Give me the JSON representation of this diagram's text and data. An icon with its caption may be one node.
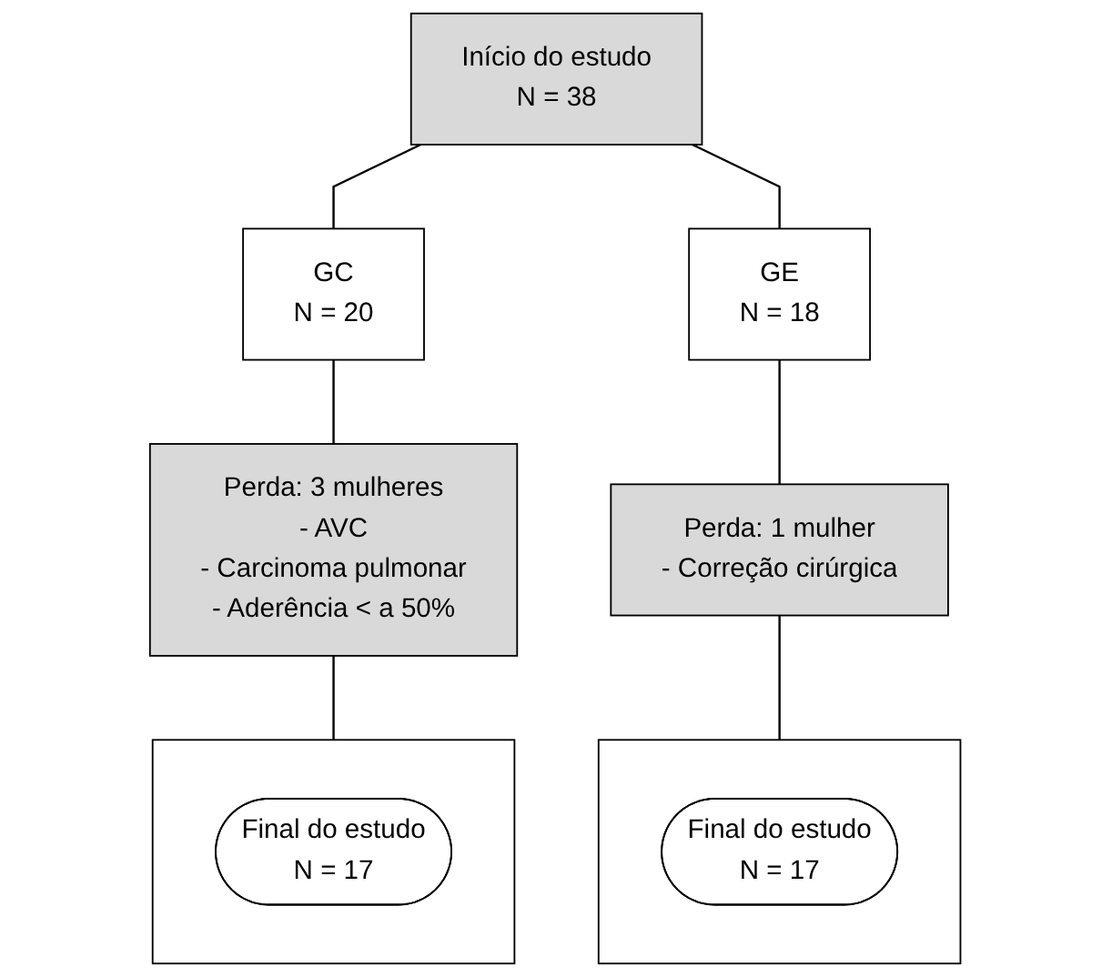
{
  "diagram": {
    "nodes": [
      {
        "text": [
          "Início do estudo",
          "N = 38"
        ]
      },
      {
        "text": [
          "GC",
          "N = 20"
        ]
      },
      {
        "text": [
          "GE",
          "N = 18"
        ]
      },
      {
        "text": [
          "Perda: 3 mulheres",
          "- AVC",
          "- Carcinoma pulmonar",
          "- Aderência < a 50%"
        ]
      },
      {
        "text": [
          "Perda: 1 mulher",
          "- Correção cirúrgica"
        ]
      },
      {
        "text": [],
        "shape": "box"
      },
      {
        "text": [
          "Final do estudo",
          "N = 17"
        ],
        "in": 5
      },
      {
        "text": [],
        "shape": "box"
      },
      {
        "text": [
          "Final do estudo",
          "N = 17"
        ],
        "in": 7
      }
    ],
    "edges": [
      {
        "from": 0,
        "to": 1,
        "arrow": "none"
      },
      {
        "from": 0,
        "to": 2,
        "arrow": "none"
      },
      {
        "from": 1,
        "to": 3,
        "arrow": "none"
      },
      {
        "from": 2,
        "to": 4,
        "arrow": "none"
      },
      {
        "from": 3,
        "to": 5,
        "arrow": "none"
      },
      {
        "from": 4,
        "to": 7,
        "arrow": "none"
      }
    ]
  }
}
